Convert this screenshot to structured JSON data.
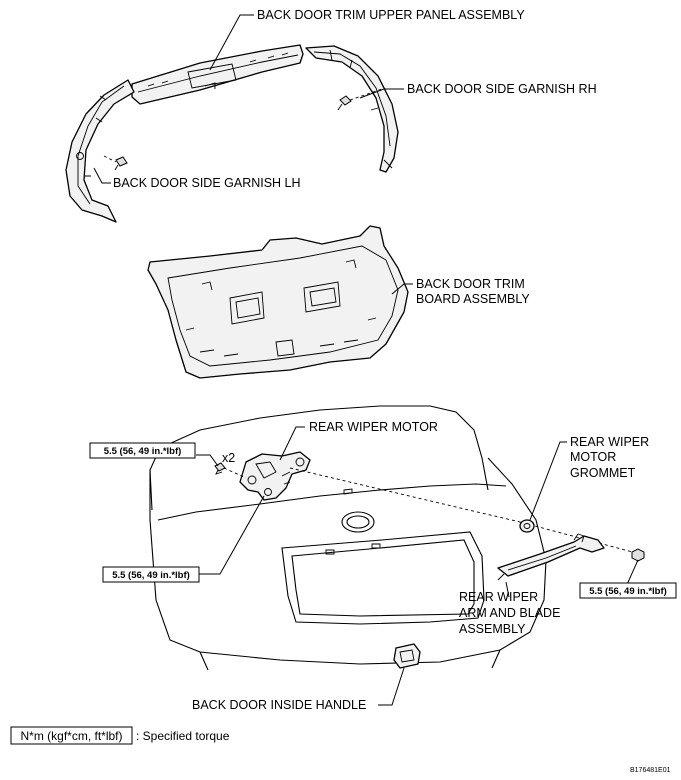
{
  "labels": {
    "upper_panel": "BACK DOOR TRIM UPPER PANEL ASSEMBLY",
    "garnish_rh": "BACK DOOR SIDE GARNISH RH",
    "garnish_lh": "BACK DOOR SIDE GARNISH LH",
    "trim_board_line1": "BACK DOOR TRIM",
    "trim_board_line2": "BOARD ASSEMBLY",
    "wiper_motor": "REAR WIPER MOTOR",
    "grommet_line1": "REAR WIPER",
    "grommet_line2": "MOTOR",
    "grommet_line3": "GROMMET",
    "arm_line1": "REAR WIPER",
    "arm_line2": "ARM AND BLADE",
    "arm_line3": "ASSEMBLY",
    "inside_handle": "BACK DOOR INSIDE HANDLE",
    "quantity_x2": "x2"
  },
  "torque": {
    "motor_bolts": "5.5 (56, 49 in.*lbf)",
    "motor_lower": "5.5 (56, 49 in.*lbf)",
    "arm_nut": "5.5 (56, 49 in.*lbf)"
  },
  "legend": {
    "unit_box": "N*m (kgf*cm, ft*lbf)",
    "description": ": Specified torque"
  },
  "figure_code": "B176481E01"
}
